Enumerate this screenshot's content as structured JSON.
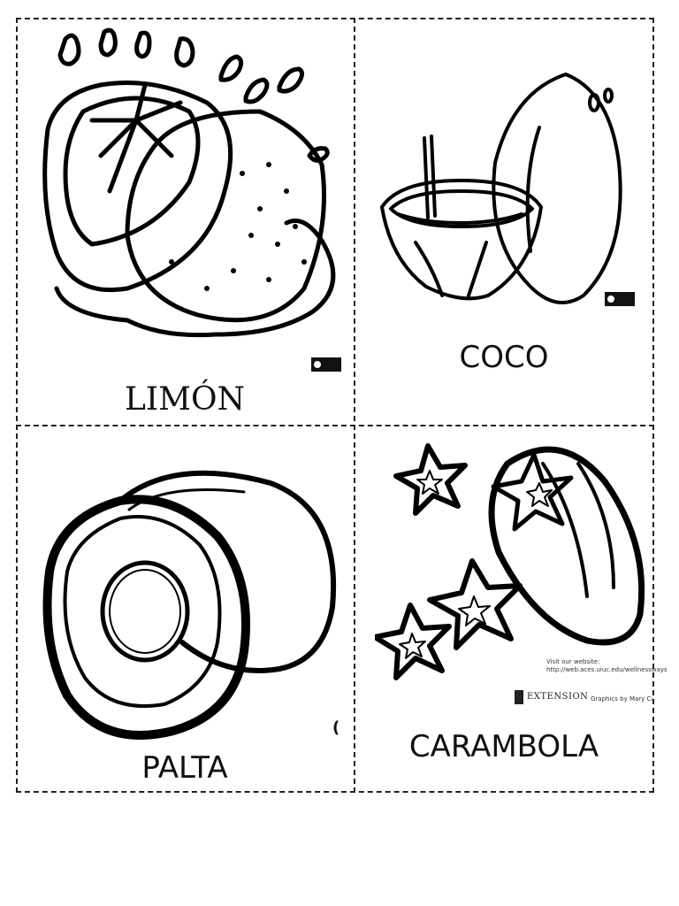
{
  "cards": [
    {
      "name": "LIMÓN"
    },
    {
      "name": "COCO"
    },
    {
      "name": "PALTA"
    },
    {
      "name": "CARAMBOLA"
    }
  ],
  "credits": {
    "carambola_line1": "Visit our website:",
    "carambola_line2": "http://web.aces.uiuc.edu/wellnessways",
    "carambola_brand": "EXTENSION",
    "carambola_byline": "Graphics by Mary Cannon"
  }
}
